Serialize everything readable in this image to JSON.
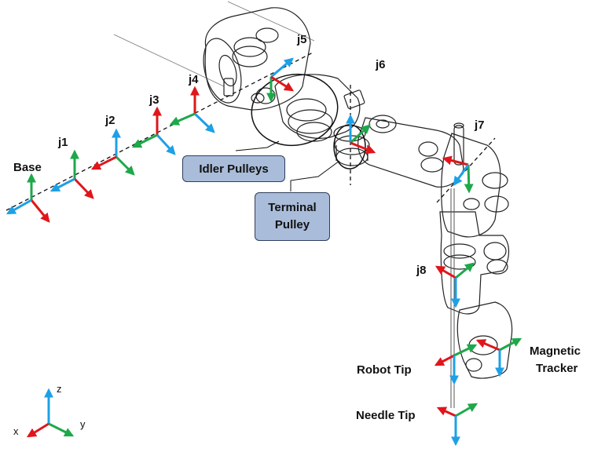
{
  "colors": {
    "x_axis": "#e0161b",
    "y_axis": "#1ea84a",
    "z_axis": "#1ea0e6",
    "callout_fill": "#a9bcd9",
    "line": "#111111"
  },
  "frame_labels": {
    "base": "Base",
    "j1": "j1",
    "j2": "j2",
    "j3": "j3",
    "j4": "j4",
    "j5": "j5",
    "j6": "j6",
    "j7": "j7",
    "j8": "j8",
    "robot_tip": "Robot Tip",
    "needle_tip": "Needle Tip",
    "magnetic_tracker_line1": "Magnetic",
    "magnetic_tracker_line2": "Tracker"
  },
  "callouts": {
    "idler_pulleys": "Idler Pulleys",
    "terminal_pulley_line1": "Terminal",
    "terminal_pulley_line2": "Pulley"
  },
  "legend_axes": {
    "x": "x",
    "y": "y",
    "z": "z"
  }
}
